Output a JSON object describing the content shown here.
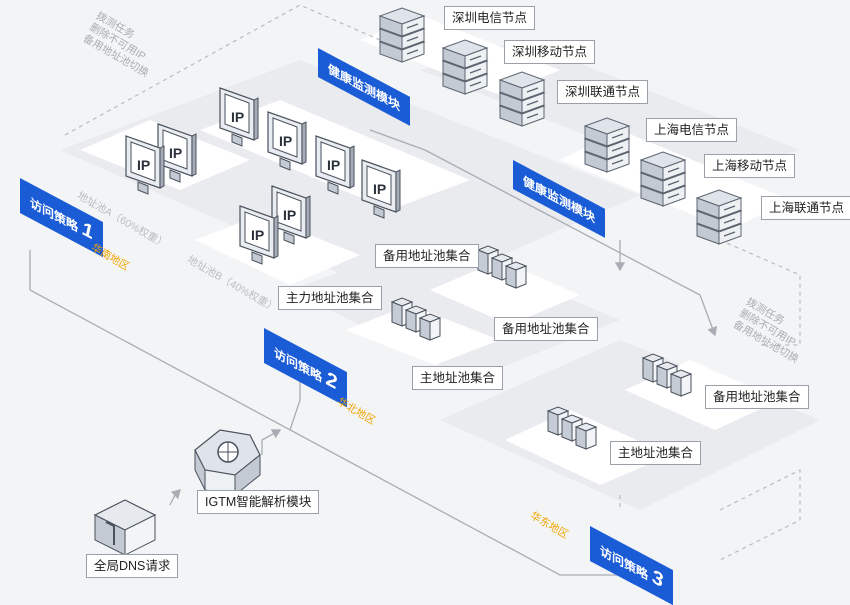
{
  "nodes": {
    "sz_telecom": "深圳电信节点",
    "sz_mobile": "深圳移动节点",
    "sz_unicom": "深圳联通节点",
    "sh_telecom": "上海电信节点",
    "sh_mobile": "上海移动节点",
    "sh_unicom": "上海联通节点"
  },
  "modules": {
    "health_1": "健康监测模块",
    "health_2": "健康监测模块",
    "igtm": "IGTM智能解析模块",
    "dns_request": "全局DNS请求"
  },
  "pools": {
    "backup_1": "备用地址池集合",
    "main_1": "主力地址池集合",
    "backup_2": "备用地址池集合",
    "main_2": "主地址池集合",
    "backup_3": "备用地址池集合",
    "main_3": "主地址池集合",
    "pool_a_note": "地址池A（60%权重）",
    "pool_b_note": "地址池B（40%权重）"
  },
  "strategies": {
    "s1_label": "访问策略",
    "s1_num": "1",
    "s2_label": "访问策略",
    "s2_num": "2",
    "s3_label": "访问策略",
    "s3_num": "3"
  },
  "regions": {
    "south": "华南地区",
    "north": "华北地区",
    "east": "华东地区"
  },
  "tips": {
    "tip_1": "拨测任务\n删除不可用IP\n备用地址池切换",
    "tip_2": "拨测任务\n删除不可用IP\n备用地址池切换"
  },
  "icons": {
    "ip_text": "IP"
  },
  "colors": {
    "accent": "#1a5bd6",
    "region": "#f0a500",
    "line": "#a9adb3"
  }
}
